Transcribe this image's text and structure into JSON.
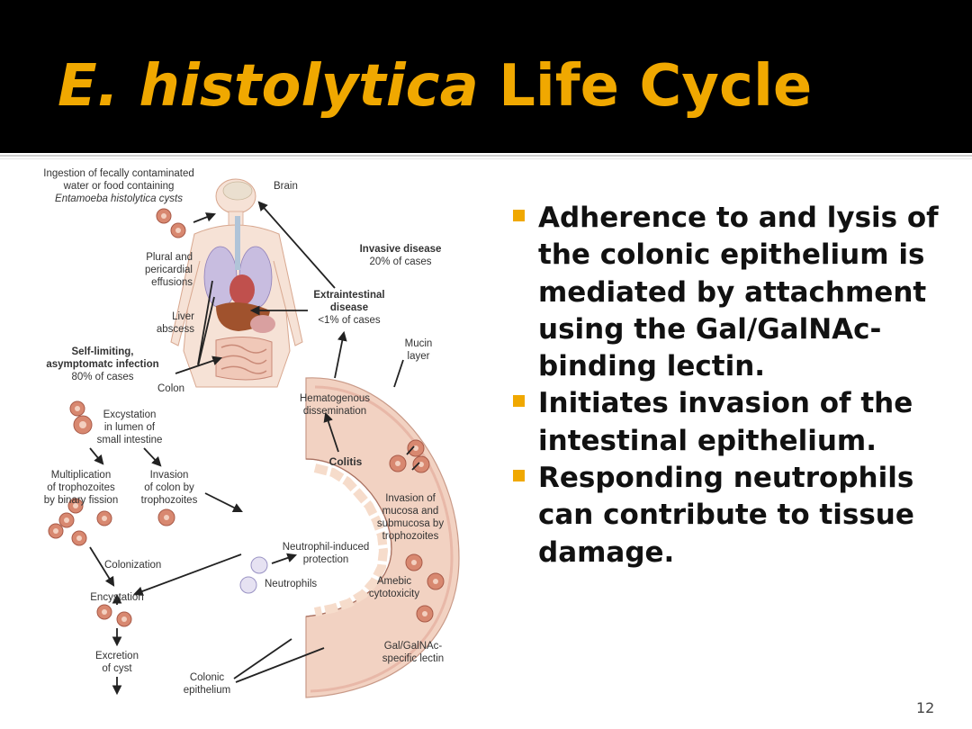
{
  "title": {
    "italic": "E. histolytica",
    "rest": " Life Cycle"
  },
  "colors": {
    "accent": "#f0a800",
    "title_bg": "#000000",
    "cyst": "#d88870",
    "tissue": "#f2d2c2"
  },
  "diagram": {
    "ingestion": [
      "Ingestion of fecally contaminated",
      "water or food containing",
      "Entamoeba histolytica cysts"
    ],
    "brain": "Brain",
    "plural": [
      "Plural and",
      "pericardial",
      "effusions"
    ],
    "liver": [
      "Liver",
      "abscess"
    ],
    "self_limiting": [
      "Self-limiting,",
      "asymptomatc infection"
    ],
    "self_limiting_pct": "80% of cases",
    "colon": "Colon",
    "excystation": [
      "Excystation",
      "in lumen of",
      "small intestine"
    ],
    "multiplication": [
      "Multiplication",
      "of trophozoites",
      "by binary fission"
    ],
    "invasion_colon": [
      "Invasion",
      "of colon by",
      "trophozoites"
    ],
    "colonization": "Colonization",
    "encystation": "Encystation",
    "excretion": [
      "Excretion",
      "of cyst"
    ],
    "colonic": [
      "Colonic",
      "epithelium"
    ],
    "invasive": "Invasive disease",
    "invasive_pct": "20% of cases",
    "extraintestinal": [
      "Extraintestinal",
      "disease"
    ],
    "extraintestinal_pct": "<1% of cases",
    "mucin": [
      "Mucin",
      "layer"
    ],
    "hematogenous": [
      "Hematogenous",
      "dissemination"
    ],
    "colitis": "Colitis",
    "invasion_mucosa": [
      "Invasion of",
      "mucosa and",
      "submucosa by",
      "trophozoites"
    ],
    "neutrophil_prot": [
      "Neutrophil-induced",
      "protection"
    ],
    "neutrophils": "Neutrophils",
    "amebic": [
      "Amebic",
      "cytotoxicity"
    ],
    "lectin": [
      "Gal/GalNAc-",
      "specific lectin"
    ]
  },
  "bullets": [
    "Adherence to and lysis of the colonic epithelium is mediated by attachment using the Gal/GalNAc-binding lectin.",
    "Initiates invasion of the intestinal epithelium.",
    "Responding neutrophils can contribute to tissue damage."
  ],
  "page_number": "12"
}
